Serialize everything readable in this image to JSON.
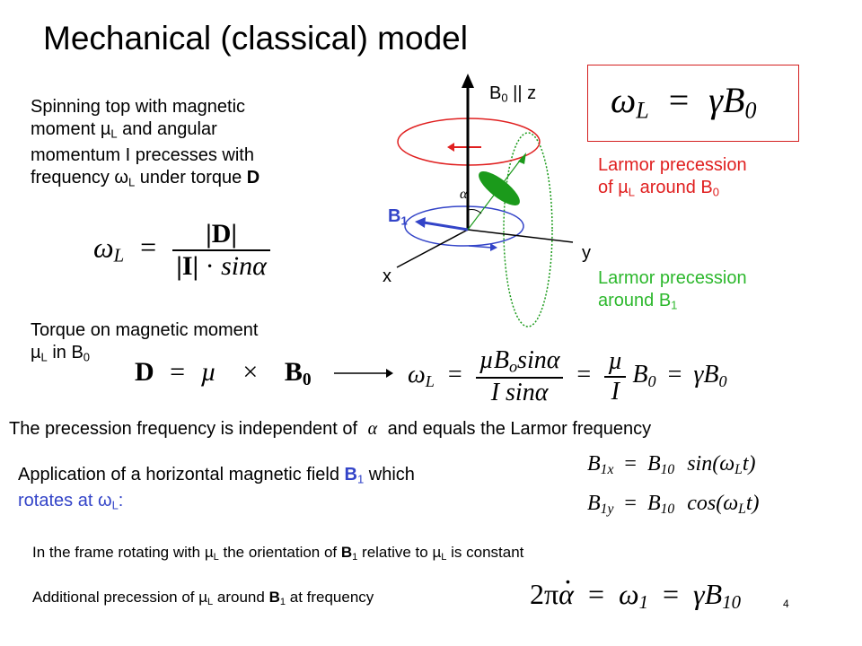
{
  "title": "Mechanical (classical) model",
  "intro": {
    "line1": "Spinning top with magnetic",
    "line2a": "moment ",
    "mu": "µ",
    "L": "L",
    "line2b": " and angular",
    "line3": "momentum I precesses with",
    "line4a": "frequency ",
    "omega": "ω",
    "line4b": " under torque ",
    "D": "D"
  },
  "formula1": {
    "lhs": "ω",
    "lhs_sub": "L",
    "eq": "=",
    "num": "|D|",
    "den_a": "|I|",
    "den_dot": "·",
    "den_b": "sinα"
  },
  "torque": {
    "line1": "Torque on magnetic moment",
    "line2a": "µ",
    "line2sub": "L",
    "line2b": " in B",
    "line2sub2": "0"
  },
  "formula2": {
    "D": "D",
    "eq": "=",
    "mu": "µ",
    "times": "×",
    "B": "B",
    "Bsub": "0"
  },
  "formula3": {
    "lhs": "ω",
    "lhs_sub": "L",
    "eq": "=",
    "num1": "µB",
    "num1sub": "o",
    "num1b": "sinα",
    "den1": "I  sinα",
    "num2": "µ",
    "den2": "I",
    "B": "B",
    "Bsub": "0",
    "gamma": "γB",
    "gammasub": "0"
  },
  "statement": {
    "a": "The precession frequency is independent of ",
    "alpha": "α",
    "b": " and equals the Larmor frequency"
  },
  "application": {
    "line1a": "Application of a horizontal magnetic field ",
    "B": "B",
    "sub": "1",
    "line1b": " which",
    "line2a": "rotates at ",
    "omega": "ω",
    "L": "L",
    "line2b": ":"
  },
  "b1eqs": {
    "x": "B",
    "xsub": "1x",
    "y": "B",
    "ysub": "1y",
    "eq": "=",
    "B10": "B",
    "B10sub": "10",
    "sin": "sin(ω",
    "cos": "cos(ω",
    "Lsub": "L",
    "t": "t)"
  },
  "frame": {
    "a": "In the frame rotating with ",
    "mu": "µ",
    "L": "L",
    "b": " the orientation of ",
    "B": "B",
    "sub": "1",
    "c": " relative to ",
    "d": " is constant"
  },
  "additional": {
    "a": "Additional precession of ",
    "mu": "µ",
    "L": "L",
    "b": " around ",
    "B": "B",
    "sub": "1",
    "c": " at frequency "
  },
  "formula4": {
    "two_pi": "2π",
    "alpha": "α",
    "eq": "=",
    "omega": "ω",
    "omsub": "1",
    "gamma": "γB",
    "gsub": "10"
  },
  "boxed": {
    "omega": "ω",
    "sub": "L",
    "eq": "=",
    "rhs": "γB",
    "rhssub": "0"
  },
  "diagram": {
    "b0_label": "B",
    "b0_sub": "0",
    "b0_rest": " || z",
    "alpha": "α",
    "b1": "B",
    "b1sub": "1",
    "y": "y",
    "x": "x"
  },
  "larmor1": {
    "line1": "Larmor precession",
    "line2a": "of ",
    "mu": "µ",
    "L": "L",
    "line2b": " around B",
    "sub": "0"
  },
  "larmor2": {
    "line1": "Larmor precession",
    "line2a": "around B",
    "sub": "1"
  },
  "page_number": "4",
  "colors": {
    "red": "#e02020",
    "green": "#2db82d",
    "blue": "#3344c8",
    "ellipse_green": "#1b9a1b"
  }
}
